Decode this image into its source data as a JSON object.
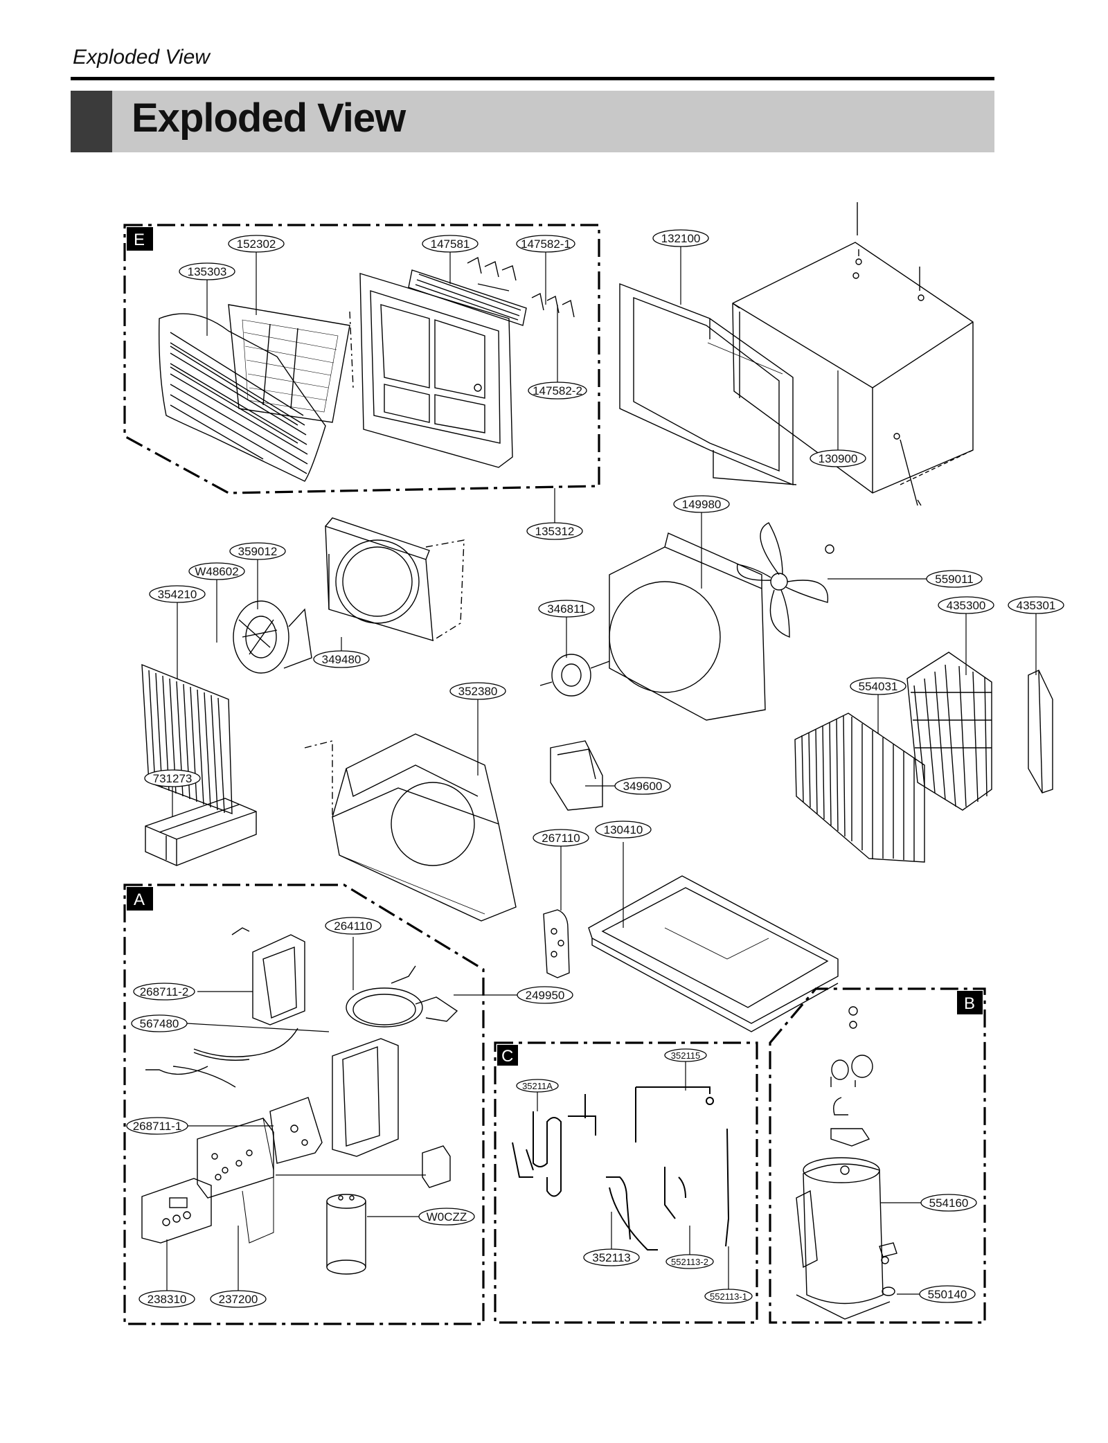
{
  "page": {
    "running_header": "Exploded View",
    "title": "Exploded View"
  },
  "sections": {
    "E": "E",
    "A": "A",
    "B": "B",
    "C": "C"
  },
  "parts": {
    "p135303": "135303",
    "p152302": "152302",
    "p147581": "147581",
    "p147582_1": "147582-1",
    "p147582_2": "147582-2",
    "p135312": "135312",
    "p132100": "132100",
    "p130900": "130900",
    "p149980": "149980",
    "p559011": "559011",
    "p435300": "435300",
    "p435301": "435301",
    "p359012": "359012",
    "pW48602": "W48602",
    "p354210": "354210",
    "p349480": "349480",
    "p346811": "346811",
    "p352380": "352380",
    "p554031": "554031",
    "p349600": "349600",
    "p731273": "731273",
    "p267110": "267110",
    "p130410": "130410",
    "p264110": "264110",
    "p268711_2": "268711-2",
    "p249950": "249950",
    "p567480": "567480",
    "p268711_1": "268711-1",
    "pW0CZZ": "W0CZZ",
    "p238310": "238310",
    "p237200": "237200",
    "p352115": "352115",
    "p35211A": "35211A",
    "p352113": "352113",
    "p552113_2": "552113-2",
    "p552113_1": "552113-1",
    "p554160": "554160",
    "p550140": "550140"
  }
}
